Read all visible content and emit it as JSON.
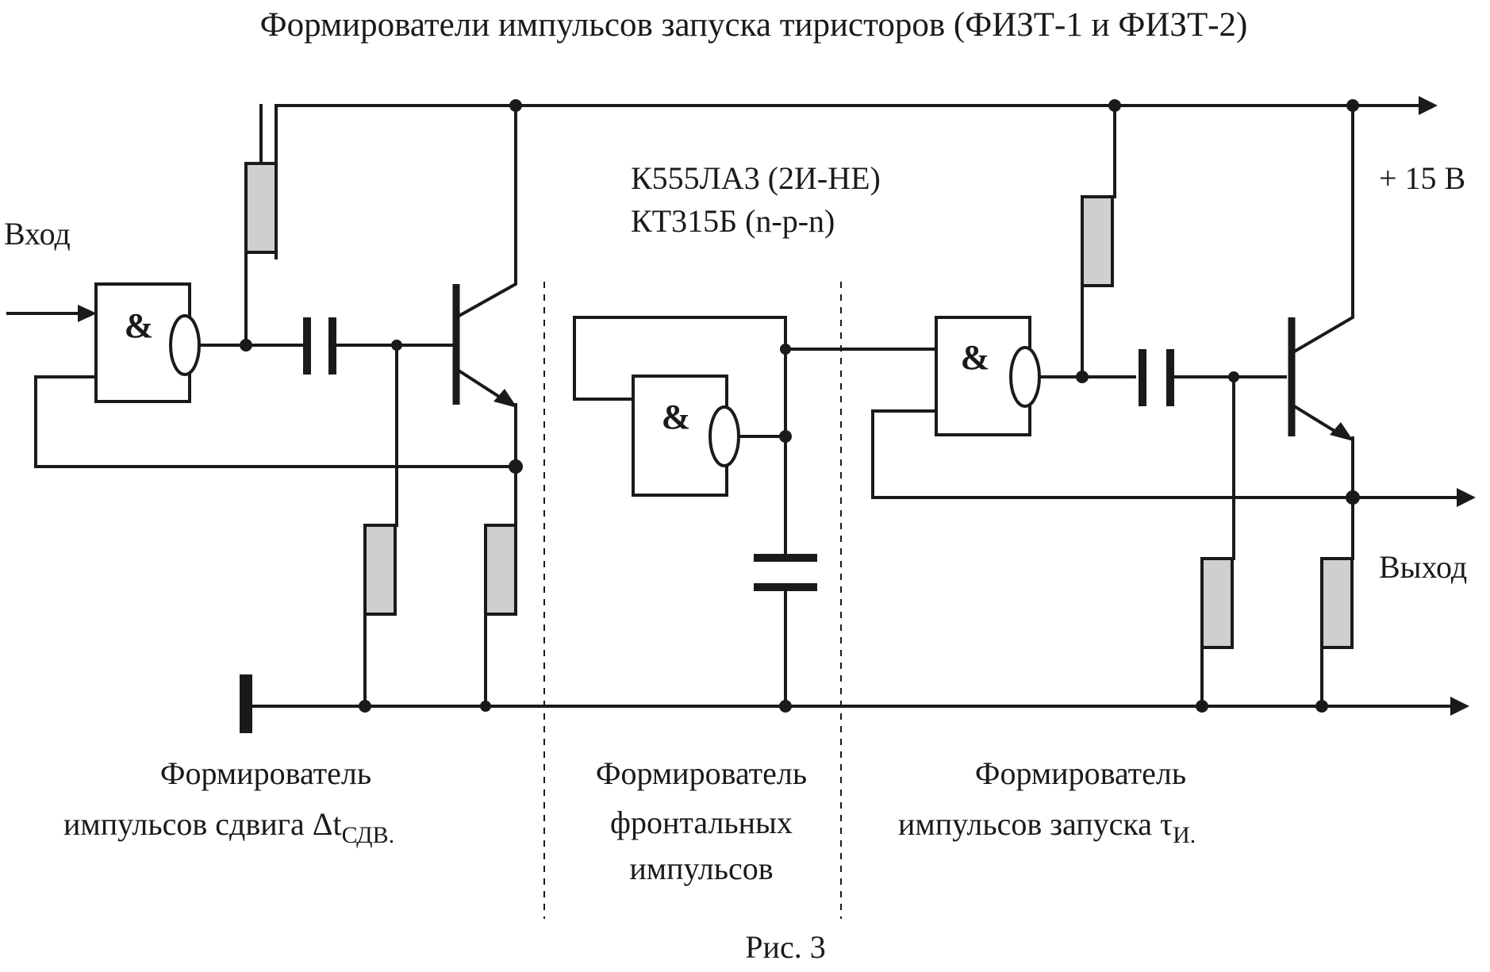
{
  "title": "Формирователи импульсов запуска тиристоров (ФИЗТ-1 и ФИЗТ-2)",
  "components": {
    "ic": "К555ЛА3 (2И-НЕ)",
    "transistor": "КТ315Б   (n-p-n)"
  },
  "supply_label": "+ 15 В",
  "input_label": "Вход",
  "output_label": "Выход",
  "gate_symbol": "&",
  "blocks": {
    "shift": {
      "line1": "Формирователь",
      "line2_prefix": "импульсов сдвига  Δt",
      "line2_sub": "СДВ."
    },
    "front": {
      "line1": "Формирователь",
      "line2": "фронтальных",
      "line3": "импульсов"
    },
    "trigger": {
      "line1": "Формирователь",
      "line2_prefix": "импульсов запуска  τ",
      "line2_sub": "И."
    }
  },
  "caption": "Рис. 3",
  "colors": {
    "line": "#1a1a1a",
    "resistor_fill": "#cfcfcf",
    "background": "#ffffff"
  }
}
